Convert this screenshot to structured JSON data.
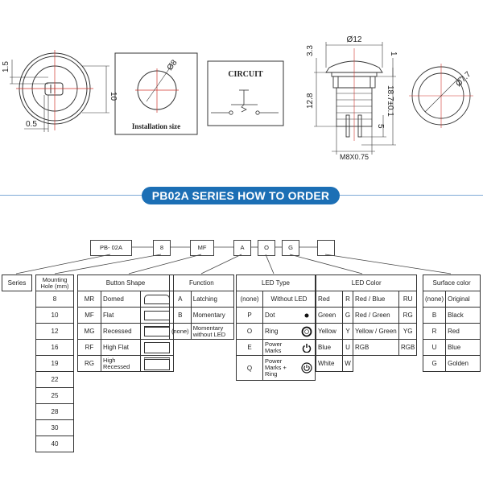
{
  "drawings": {
    "front_view": {
      "dim_height": "10",
      "dim_top": "1.5",
      "dim_bottom": "0.5"
    },
    "install": {
      "dim_diameter": "Ø8",
      "caption": "Installation size"
    },
    "circuit": {
      "title": "CIRCUIT"
    },
    "side_view": {
      "dim_top_width": "Ø12",
      "dim_head": "3.3",
      "dim_flange": "1",
      "dim_body": "12.8",
      "dim_total": "18.7±0.1",
      "dim_pin": "5",
      "dim_thread": "M8X0.75"
    },
    "top_view": {
      "dim_diameter": "Ø7.7"
    }
  },
  "banner": "PB02A SERIES HOW TO ORDER",
  "code": [
    "PB- 02A",
    "8",
    "MF",
    "A",
    "O",
    "G",
    ""
  ],
  "series": {
    "header": "Series"
  },
  "mounting": {
    "header": "Mounting Hole (mm)",
    "values": [
      "8",
      "10",
      "12",
      "16",
      "19",
      "22",
      "25",
      "28",
      "30",
      "40"
    ]
  },
  "button_shape": {
    "header": "Button Shape",
    "rows": [
      {
        "code": "MR",
        "name": "Domed"
      },
      {
        "code": "MF",
        "name": "Flat"
      },
      {
        "code": "MG",
        "name": "Recessed"
      },
      {
        "code": "RF",
        "name": "High Flat"
      },
      {
        "code": "RG",
        "name": "High Recessed"
      }
    ]
  },
  "function": {
    "header": "Function",
    "rows": [
      {
        "code": "A",
        "name": "Latching"
      },
      {
        "code": "B",
        "name": "Momentary"
      },
      {
        "code": "(none)",
        "name": "Momentary without LED"
      }
    ]
  },
  "led_type": {
    "header": "LED Type",
    "rows": [
      {
        "code": "(none)",
        "name": "Without LED",
        "icon": ""
      },
      {
        "code": "P",
        "name": "Dot",
        "icon": "dot-icon"
      },
      {
        "code": "O",
        "name": "Ring",
        "icon": "ring-icon"
      },
      {
        "code": "E",
        "name": "Power Marks",
        "icon": "power-icon"
      },
      {
        "code": "Q",
        "name": "Power Marks + Ring",
        "icon": "power-ring-icon"
      }
    ]
  },
  "led_color": {
    "header": "LED Color",
    "rows": [
      {
        "n1": "Red",
        "c1": "R",
        "n2": "Red / Blue",
        "c2": "RU"
      },
      {
        "n1": "Green",
        "c1": "G",
        "n2": "Red / Green",
        "c2": "RG"
      },
      {
        "n1": "Yellow",
        "c1": "Y",
        "n2": "Yellow / Green",
        "c2": "YG"
      },
      {
        "n1": "Blue",
        "c1": "U",
        "n2": "RGB",
        "c2": "RGB"
      },
      {
        "n1": "White",
        "c1": "W",
        "n2": "",
        "c2": ""
      }
    ]
  },
  "surface_color": {
    "header": "Surface color",
    "rows": [
      {
        "code": "(none)",
        "name": "Original"
      },
      {
        "code": "B",
        "name": "Black"
      },
      {
        "code": "R",
        "name": "Red"
      },
      {
        "code": "U",
        "name": "Blue"
      },
      {
        "code": "G",
        "name": "Golden"
      }
    ]
  },
  "colors": {
    "banner": "#1c6fb5",
    "dim_red": "#d0342c",
    "line": "#333333"
  }
}
